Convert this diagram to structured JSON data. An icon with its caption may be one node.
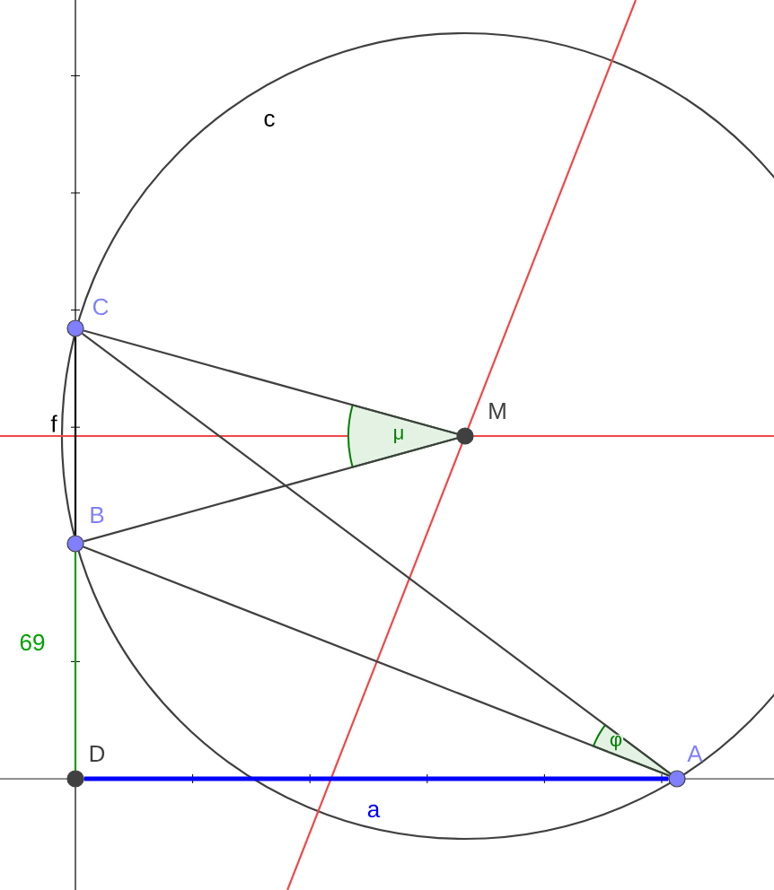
{
  "diagram": {
    "nodes": [
      {
        "text": [
          "C"
        ]
      },
      {
        "text": [
          "M"
        ]
      },
      {
        "text": [
          "B"
        ]
      },
      {
        "text": [
          "D"
        ]
      },
      {
        "text": [
          "A"
        ]
      }
    ],
    "edges": [
      {
        "from": 0,
        "to": 1,
        "arrow": "none"
      },
      {
        "from": 2,
        "to": 1,
        "arrow": "none"
      },
      {
        "from": 0,
        "to": 4,
        "arrow": "none"
      },
      {
        "from": 2,
        "to": 4,
        "arrow": "none"
      },
      {
        "from": 2,
        "to": 0,
        "arrow": "none",
        "label": "f",
        "color": "#000000"
      },
      {
        "from": 3,
        "to": 2,
        "arrow": "none",
        "label": "69",
        "color": "#00a000"
      },
      {
        "from": 3,
        "to": 4,
        "arrow": "none",
        "label": "a",
        "style": "thick",
        "color": "#0000ff"
      }
    ],
    "labels": [
      "c",
      "μ",
      "φ"
    ]
  }
}
